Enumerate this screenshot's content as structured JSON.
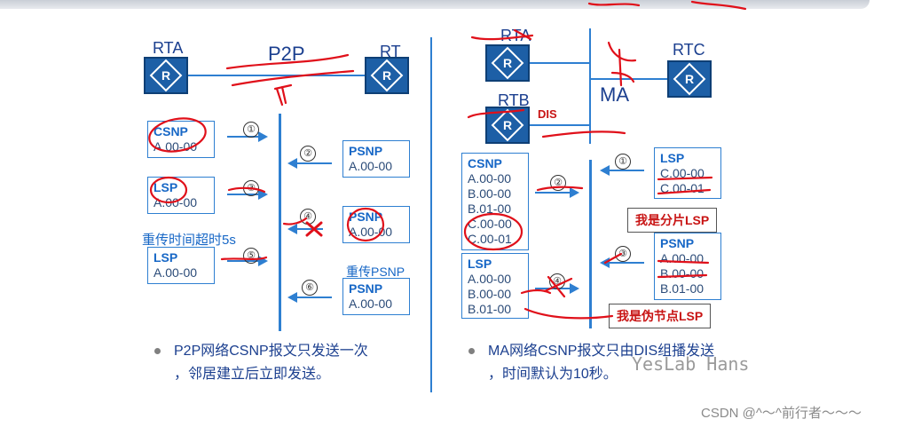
{
  "left": {
    "routers": {
      "a": "RTA",
      "b": "RT"
    },
    "link_label": "P2P",
    "boxes": {
      "csnp": {
        "title": "CSNP",
        "rows": [
          "A.00-00"
        ]
      },
      "psnp1": {
        "title": "PSNP",
        "rows": [
          "A.00-00"
        ]
      },
      "lsp1": {
        "title": "LSP",
        "rows": [
          "A.00-00"
        ]
      },
      "psnp2": {
        "title": "PSNP",
        "rows": [
          "A.00-00"
        ]
      },
      "lsp2": {
        "title": "LSP",
        "rows": [
          "A.00-00"
        ]
      },
      "psnp3": {
        "title": "PSNP",
        "rows": [
          "A.00-00"
        ]
      }
    },
    "steps": [
      "①",
      "②",
      "③",
      "④",
      "⑤",
      "⑥"
    ],
    "notes": {
      "timeout": "重传时间超时5s",
      "resend": "重传PSNP"
    },
    "bullet": [
      "P2P网络CSNP报文只发送一次",
      "，邻居建立后立即发送。"
    ]
  },
  "right": {
    "routers": {
      "a": "RTA",
      "b": "RTB",
      "c": "RTC"
    },
    "dis_label": "DIS",
    "link_label": "MA",
    "boxes": {
      "csnp": {
        "title": "CSNP",
        "rows": [
          "A.00-00",
          "B.00-00",
          "B.01-00",
          "C.00-00",
          "C.00-01"
        ]
      },
      "lsp_c": {
        "title": "LSP",
        "rows": [
          "C.00-00",
          "C.00-01"
        ]
      },
      "lsp_rtb": {
        "title": "LSP",
        "rows": [
          "A.00-00",
          "B.00-00",
          "B.01-00"
        ]
      },
      "psnp": {
        "title": "PSNP",
        "rows": [
          "A.00-00",
          "B.00-00",
          "B.01-00"
        ]
      }
    },
    "steps": [
      "①",
      "②",
      "③",
      "④"
    ],
    "callouts": {
      "fragment": "我是分片LSP",
      "pseudo": "我是伪节点LSP"
    },
    "bullet": [
      "MA网络CSNP报文只由DIS组播发送",
      "，时间默认为10秒。"
    ]
  },
  "watermark": "YesLab Hans",
  "footer": "CSDN @^～^前行者～～～",
  "colors": {
    "router": "#1d5fa6",
    "line": "#2e7fd1",
    "annotation": "#e0101a"
  },
  "icons": [
    "router-icon",
    "arrow-right-icon",
    "arrow-left-icon",
    "cross-mark-icon"
  ]
}
